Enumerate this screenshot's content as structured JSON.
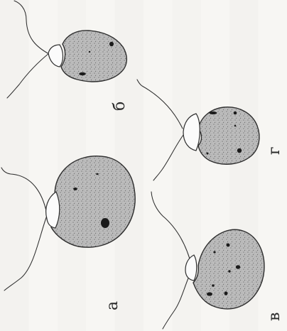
{
  "labels": {
    "a": "а",
    "b": "б",
    "v": "в",
    "g": "г"
  }
}
